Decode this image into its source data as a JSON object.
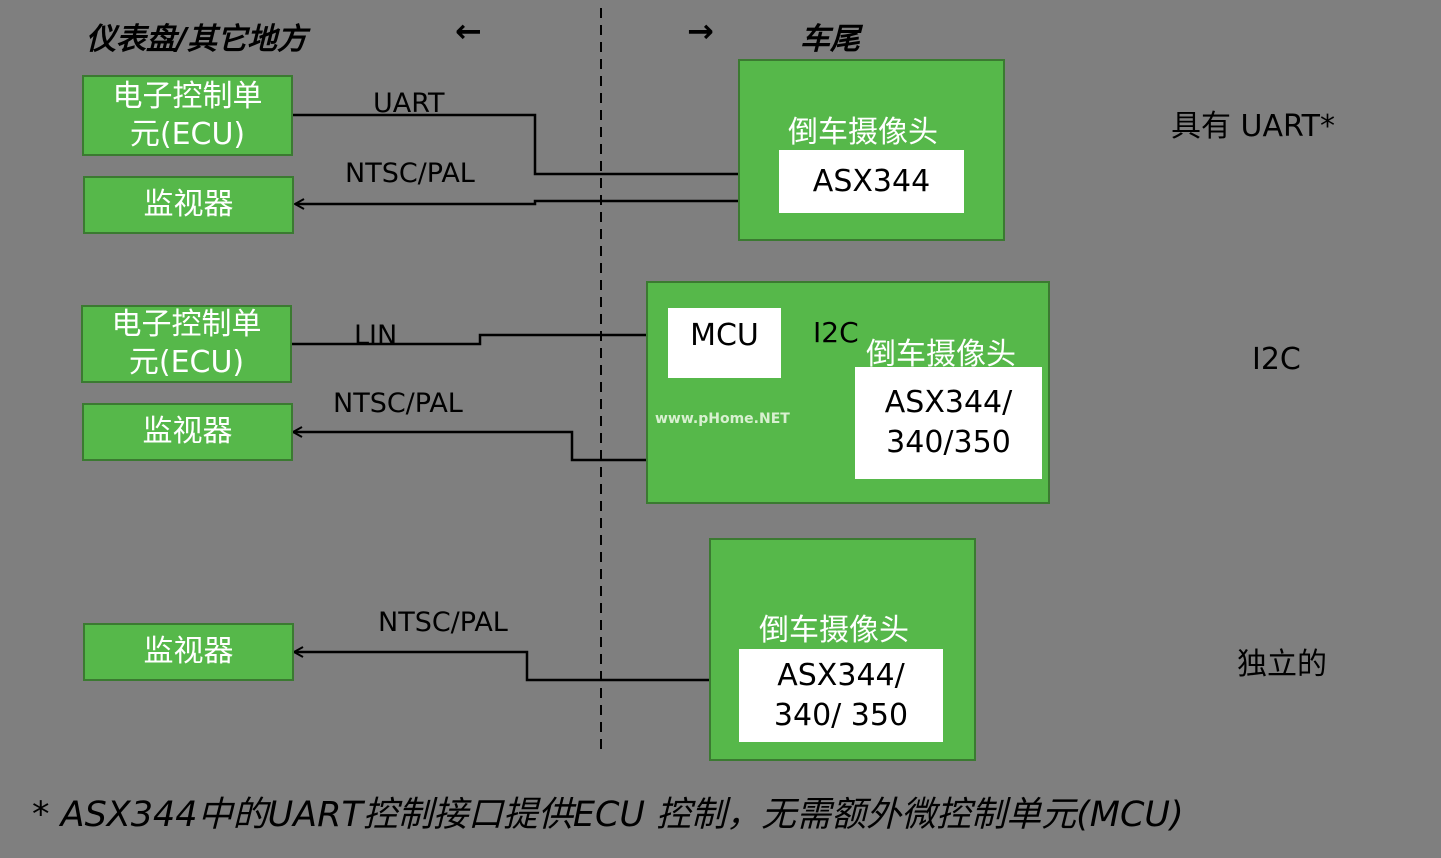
{
  "header": {
    "left": "仪表盘/其它地方",
    "left_arrow": "←",
    "right_arrow": "→",
    "right": "车尾"
  },
  "section1": {
    "ecu": "电子控制单\n元(ECU)",
    "monitor": "监视器",
    "signal_top": "UART",
    "signal_bottom": "NTSC/PAL",
    "camera_title": "倒车摄像头",
    "sensor": "ASX344",
    "side_label": "具有 UART*"
  },
  "section2": {
    "ecu": "电子控制单\n元(ECU)",
    "monitor": "监视器",
    "signal_top": "LIN",
    "signal_bottom": "NTSC/PAL",
    "mcu": "MCU",
    "i2c": "I2C",
    "camera_title": "倒车摄像头",
    "sensor": "ASX344/\n340/350",
    "watermark": "www.pHome.NET",
    "side_label": "I2C"
  },
  "section3": {
    "monitor": "监视器",
    "signal_bottom": "NTSC/PAL",
    "camera_title": "倒车摄像头",
    "sensor": "ASX344/\n340/ 350",
    "side_label": "独立的"
  },
  "footnote": "* ASX344中的UART控制接口提供ECU  控制，无需额外微控制单元(MCU)",
  "colors": {
    "background": "#7f7f7f",
    "block": "#56b84a",
    "chip": "#ffffff",
    "line": "#000000"
  }
}
